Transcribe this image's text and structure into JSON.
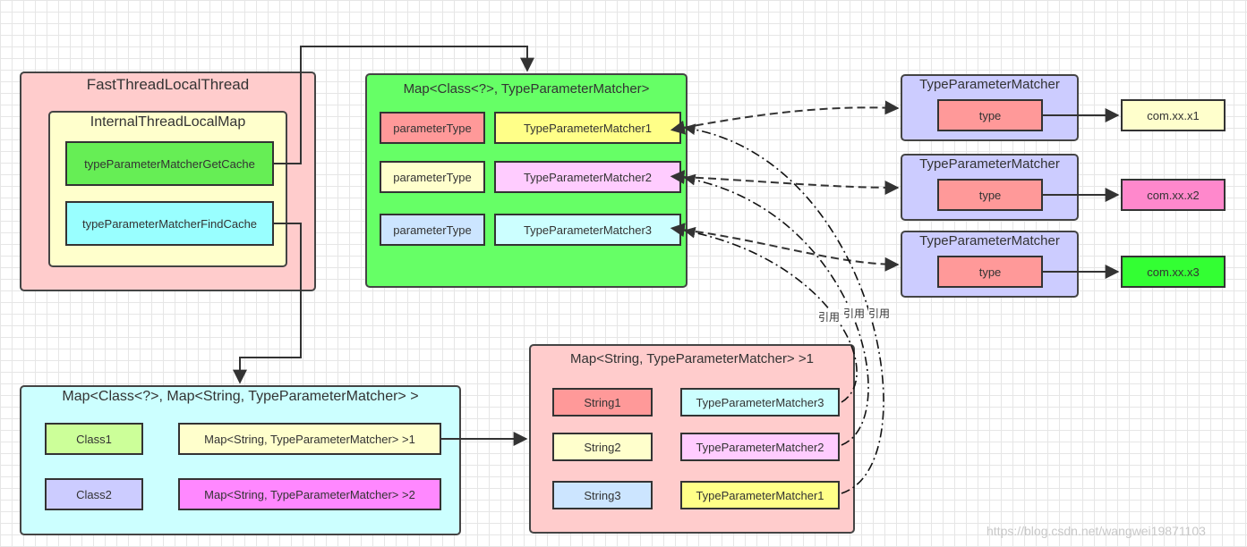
{
  "fast_thread": {
    "title": "FastThreadLocalThread",
    "internal_map": {
      "title": "InternalThreadLocalMap",
      "get_cache": "typeParameterMatcherGetCache",
      "find_cache": "typeParameterMatcherFindCache"
    }
  },
  "get_cache_map": {
    "title": "Map<Class<?>, TypeParameterMatcher>",
    "rows": [
      {
        "key": "parameterType",
        "value": "TypeParameterMatcher1"
      },
      {
        "key": "parameterType",
        "value": "TypeParameterMatcher2"
      },
      {
        "key": "parameterType",
        "value": "TypeParameterMatcher3"
      }
    ]
  },
  "matchers": [
    {
      "title": "TypeParameterMatcher",
      "field": "type",
      "target": "com.xx.x1"
    },
    {
      "title": "TypeParameterMatcher",
      "field": "type",
      "target": "com.xx.x2"
    },
    {
      "title": "TypeParameterMatcher",
      "field": "type",
      "target": "com.xx.x3"
    }
  ],
  "find_cache_map": {
    "title": "Map<Class<?>, Map<String, TypeParameterMatcher> >",
    "rows": [
      {
        "key": "Class1",
        "value": "Map<String, TypeParameterMatcher> >1"
      },
      {
        "key": "Class2",
        "value": "Map<String, TypeParameterMatcher> >2"
      }
    ]
  },
  "string_map": {
    "title": "Map<String, TypeParameterMatcher> >1",
    "rows": [
      {
        "key": "String1",
        "value": "TypeParameterMatcher3"
      },
      {
        "key": "String2",
        "value": "TypeParameterMatcher2"
      },
      {
        "key": "String3",
        "value": "TypeParameterMatcher1"
      }
    ]
  },
  "reference_labels": [
    "引用",
    "引用",
    "引用"
  ],
  "watermark": "https://blog.csdn.net/wangwei19871103",
  "colors": {
    "pink_bg": "#ffcccc",
    "yellow_bg": "#ffffcc",
    "green_bg": "#66ff66",
    "cyan_bg": "#ccffff",
    "lavender_bg": "#ccccff",
    "salmon": "#ff9999",
    "light_yellow": "#ffff88",
    "light_magenta": "#ffccff",
    "light_blue": "#cce5ff",
    "light_green": "#ccff99",
    "magenta": "#ff88ff",
    "hot_pink": "#ff88cc",
    "bright_green": "#33ff33",
    "grass_green": "#66ee55",
    "light_cyan": "#99ffff"
  }
}
